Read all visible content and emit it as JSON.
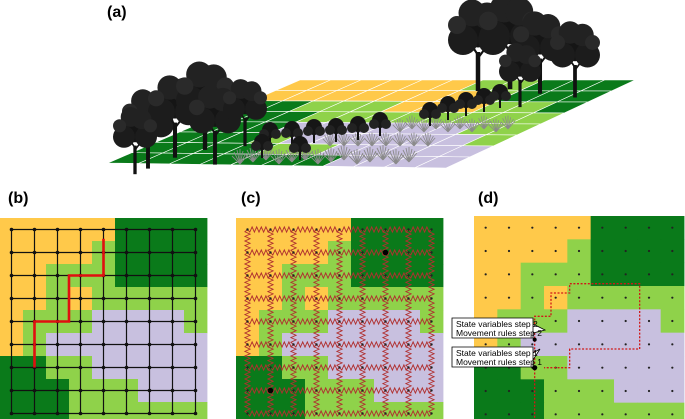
{
  "panel_labels": {
    "a": "(a)",
    "b": "(b)",
    "c": "(c)",
    "d": "(d)"
  },
  "colors": {
    "forest_dark": "#0a7a1a",
    "grass_light": "#8fd24a",
    "shrub_orange": "#ffc94a",
    "lavender": "#c8c0df",
    "route_red": "#e01010",
    "spring_red": "#b03030"
  },
  "landscape_map": [
    "OOOOODDDD",
    "OOOOLDDDD",
    "OOLLLDDDD",
    "OOLOLLLLL",
    "OLLLPPPPL",
    "OLPPPPPPP",
    "DDLLPPPPP",
    "DDDLLLPPP",
    "DDDLLLLLL"
  ],
  "panel_d": {
    "callout_step2_line1": "State variables step 2",
    "callout_step2_line2": "Movement rules step 2",
    "callout_step1_line1": "State variables step 1",
    "callout_step1_line2": "Movement rules step 1"
  },
  "icons": [
    "tree-icon",
    "grass-tuft-icon"
  ]
}
